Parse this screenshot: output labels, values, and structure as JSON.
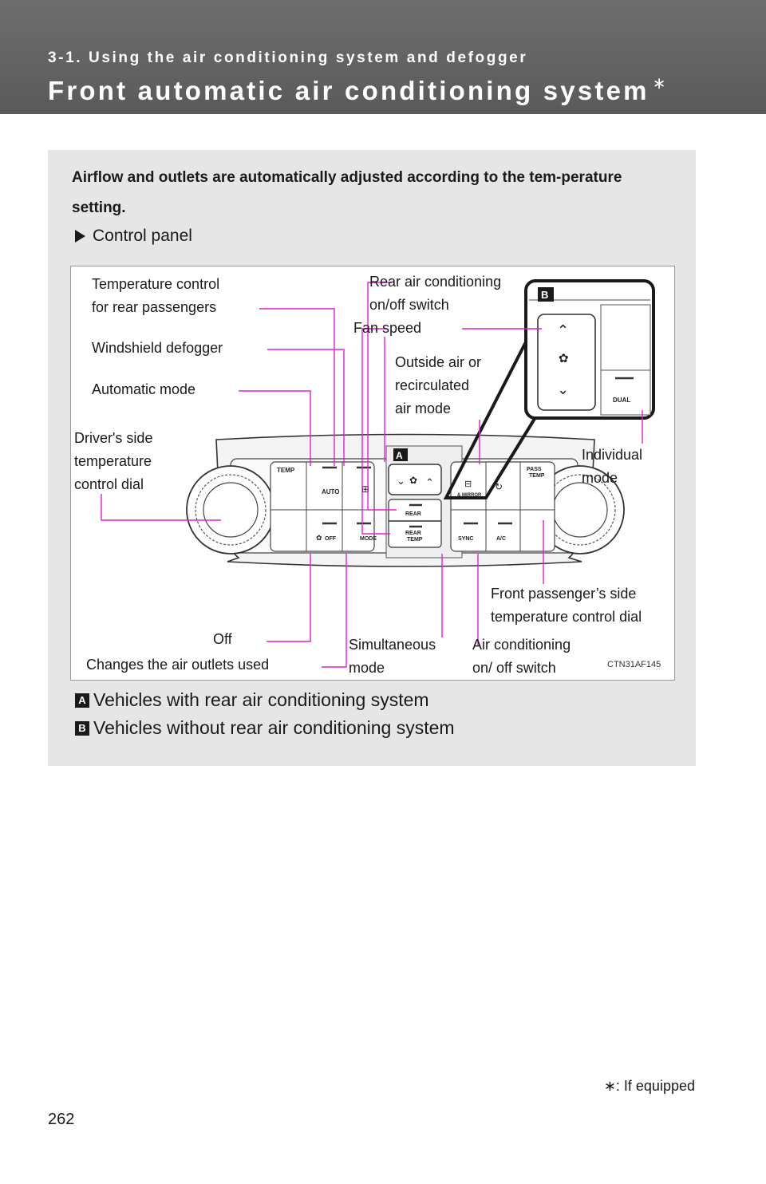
{
  "header": {
    "section": "3-1. Using the air conditioning system and defogger",
    "title": "Front automatic air conditioning system",
    "title_mark": "∗"
  },
  "intro": "Airflow and outlets are automatically adjusted according to the tem-perature setting.",
  "subheading": "Control panel",
  "figure": {
    "code": "CTN31AF145",
    "callouts": {
      "temp_rear_1": "Temperature control",
      "temp_rear_2": "for rear passengers",
      "windshield": "Windshield defogger",
      "auto": "Automatic mode",
      "driver_1": "Driver's   side",
      "driver_2": "temperature",
      "driver_3": "control dial",
      "rear_ac_1": "Rear air conditioning",
      "rear_ac_2": "on/off switch",
      "fan": "Fan speed",
      "outside_1": "Outside air or",
      "outside_2": "recirculated",
      "outside_3": "air mode",
      "individual_1": "Individual",
      "individual_2": "mode",
      "passenger_1": "Front  passenger’s  side",
      "passenger_2": "temperature control dial",
      "off": "Off",
      "changes": "Changes the air outlets used",
      "sync_1": "Simultaneous",
      "sync_2": "mode",
      "ac_1": "Air conditioning",
      "ac_2": "on/ off switch"
    },
    "panel_labels": {
      "temp": "TEMP",
      "auto": "AUTO",
      "off": "OFF",
      "mode": "MODE",
      "rear": "REAR",
      "rear_temp_1": "REAR",
      "rear_temp_2": "TEMP",
      "mirror": "& MIRROR",
      "sync": "SYNC",
      "ac": "A/C",
      "pass_temp_1": "PASS",
      "pass_temp_2": "TEMP",
      "dual": "DUAL",
      "key_a": "A",
      "key_b": "B"
    },
    "colors": {
      "leader": "#e020d8"
    }
  },
  "legend": [
    {
      "key": "A",
      "text": "Vehicles with rear air conditioning system"
    },
    {
      "key": "B",
      "text": "Vehicles without rear air conditioning system"
    }
  ],
  "footnote": "∗: If equipped",
  "page_number": "262"
}
